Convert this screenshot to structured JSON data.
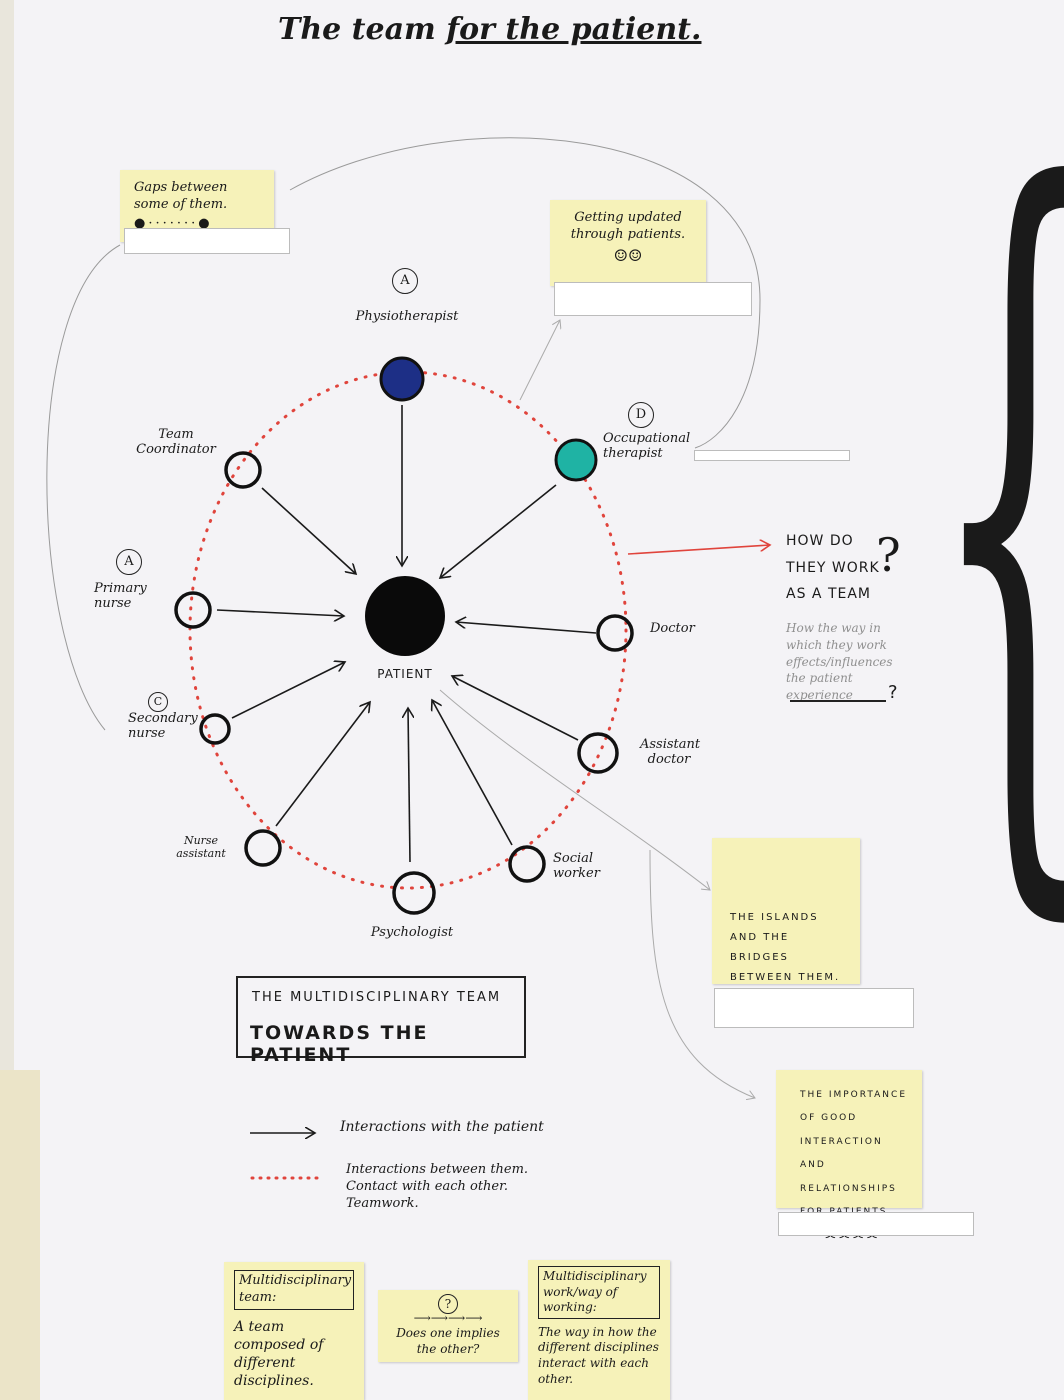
{
  "title": {
    "pre": "The team ",
    "underlined": "for the patient."
  },
  "center": {
    "label": "PATIENT"
  },
  "roles": [
    {
      "id": "physiotherapist",
      "label": "Physiotherapist",
      "letter": "A"
    },
    {
      "id": "occupational",
      "label": "Occupational therapist",
      "letter": "D"
    },
    {
      "id": "coordinator",
      "label": "Team Coordinator",
      "letter": ""
    },
    {
      "id": "primary-nurse",
      "label": "Primary nurse",
      "letter": "A"
    },
    {
      "id": "secondary-nurse",
      "label": "Secondary nurse",
      "letter": "C"
    },
    {
      "id": "nurse-assistant",
      "label": "Nurse assistant",
      "letter": ""
    },
    {
      "id": "psychologist",
      "label": "Psychologist",
      "letter": ""
    },
    {
      "id": "social-worker",
      "label": "Social worker",
      "letter": ""
    },
    {
      "id": "assistant-doctor",
      "label": "Assistant doctor",
      "letter": ""
    },
    {
      "id": "doctor",
      "label": "Doctor",
      "letter": ""
    }
  ],
  "notes": {
    "gaps": "Gaps between some of them.",
    "updated": "Getting updated through patients.",
    "islands": "THE ISLANDS AND THE BRIDGES BETWEEN THEM.",
    "importance": "THE IMPORTANCE OF GOOD INTERACTION AND RELATIONSHIPS FOR PATIENTS.",
    "definition_team_title": "Multidisciplinary team:",
    "definition_team_body": "A team composed of different disciplines.",
    "question_mark": "?",
    "question_middle": "Does one implies the other?",
    "definition_work_title": "Multidisciplinary work/way of working:",
    "definition_work_body": "The way in how the different disciplines interact with each other."
  },
  "question": {
    "main": "HOW DO THEY WORK AS A TEAM",
    "mark": "?",
    "sub": "How the way in which they work effects/influences the patient experience",
    "sub_mark": "?"
  },
  "box": {
    "line1": "THE MULTIDISCIPLINARY TEAM",
    "line2": "TOWARDS THE PATIENT"
  },
  "legend": [
    {
      "id": "arrow",
      "text": "Interactions with the patient"
    },
    {
      "id": "dotted",
      "text": "Interactions between them. Contact with each other. Teamwork."
    }
  ],
  "colors": {
    "physio": "#1d2f86",
    "occupational": "#1fb3a4",
    "dotted": "#e0443c",
    "red_arrow": "#e0443c",
    "sticky": "#f6f2b9"
  }
}
